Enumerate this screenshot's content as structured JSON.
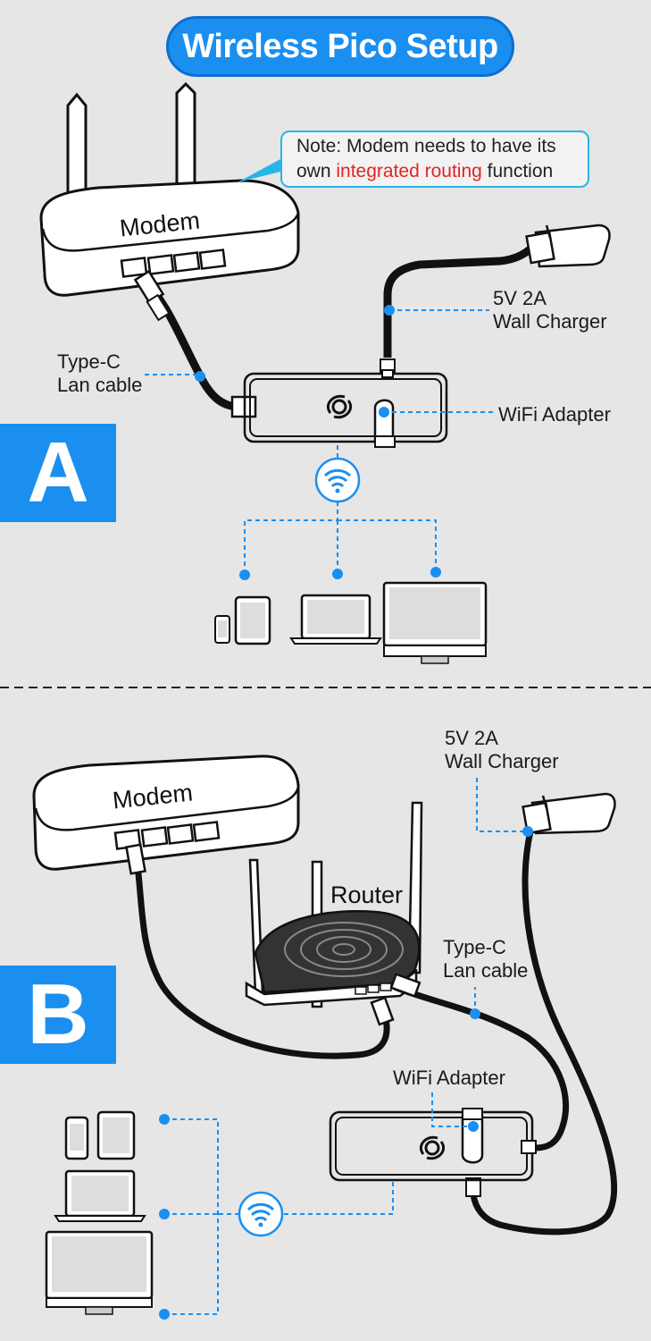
{
  "title": "Wireless Pico Setup",
  "note": {
    "prefix": "Note: Modem needs to have its",
    "line2_start": "own ",
    "highlight": "integrated routing",
    "line2_end": " function"
  },
  "section_a": {
    "letter": "A",
    "modem_label": "Modem",
    "charger_label_line1": "5V 2A",
    "charger_label_line2": "Wall Charger",
    "cable_label_line1": "Type-C",
    "cable_label_line2": "Lan cable",
    "adapter_label": "WiFi Adapter"
  },
  "section_b": {
    "letter": "B",
    "modem_label": "Modem",
    "router_label": "Router",
    "charger_label_line1": "5V 2A",
    "charger_label_line2": "Wall Charger",
    "cable_label_line1": "Type-C",
    "cable_label_line2": "Lan cable",
    "adapter_label": "WiFi Adapter"
  },
  "colors": {
    "accent": "#1a8ff0",
    "highlight": "#e12525",
    "note_border": "#27b6e8",
    "background": "#e6e6e6"
  },
  "icons": [
    "wifi-icon",
    "phone-icon",
    "tablet-icon",
    "laptop-icon",
    "monitor-icon",
    "wall-plug-icon",
    "adapter-logo-icon"
  ]
}
